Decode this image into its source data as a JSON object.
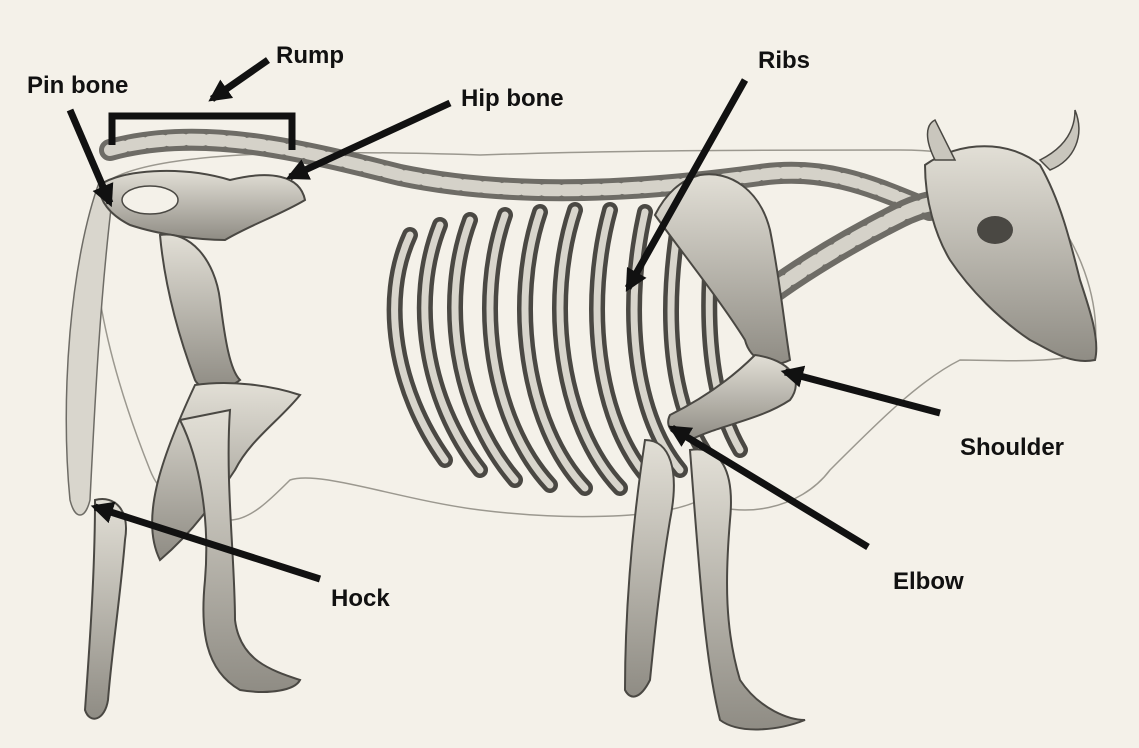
{
  "labels": {
    "rump": "Rump",
    "pin_bone": "Pin bone",
    "hip_bone": "Hip bone",
    "ribs": "Ribs",
    "shoulder": "Shoulder",
    "elbow": "Elbow",
    "hock": "Hock"
  },
  "colors": {
    "paper": "#f4f1e9",
    "bone": "#c9c6bd",
    "bone_shadow": "#6e6c66",
    "outline": "#4a4843",
    "arrow": "#111111"
  }
}
